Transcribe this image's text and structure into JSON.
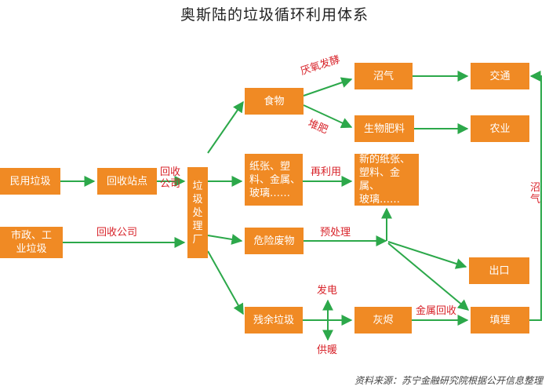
{
  "title": "奥斯陆的垃圾循环利用体系",
  "nodes": {
    "household_waste": "民用垃圾",
    "recycling_station": "回收站点",
    "municipal_waste": "市政、工\n业垃圾",
    "processing_plant": "垃\n圾\n处\n理\n厂",
    "food": "食物",
    "paper_plastic": "纸张、塑\n料、金属、\n玻璃……",
    "hazardous": "危险废物",
    "residual": "残余垃圾",
    "biogas": "沼气",
    "bio_fertilizer": "生物肥料",
    "new_materials": "新的纸张、\n塑料、金属、\n玻璃……",
    "ash": "灰烬",
    "transport": "交通",
    "agriculture": "农业",
    "export": "出口",
    "landfill": "填埋"
  },
  "edge_labels": {
    "recycling_company_1": "回收\n公司",
    "recycling_company_2": "回收公司",
    "anaerobic": "厌氧发酵",
    "compost": "堆肥",
    "reuse": "再利用",
    "pretreatment": "预处理",
    "power": "发电",
    "heating": "供暖",
    "metal_recovery": "金属回收",
    "biogas_return": "沼\n气"
  },
  "source": "资料来源：苏宁金融研究院根据公开信息整理",
  "colors": {
    "box": "#f08a24",
    "arrow": "#2ca84a",
    "label": "#d8232a"
  }
}
